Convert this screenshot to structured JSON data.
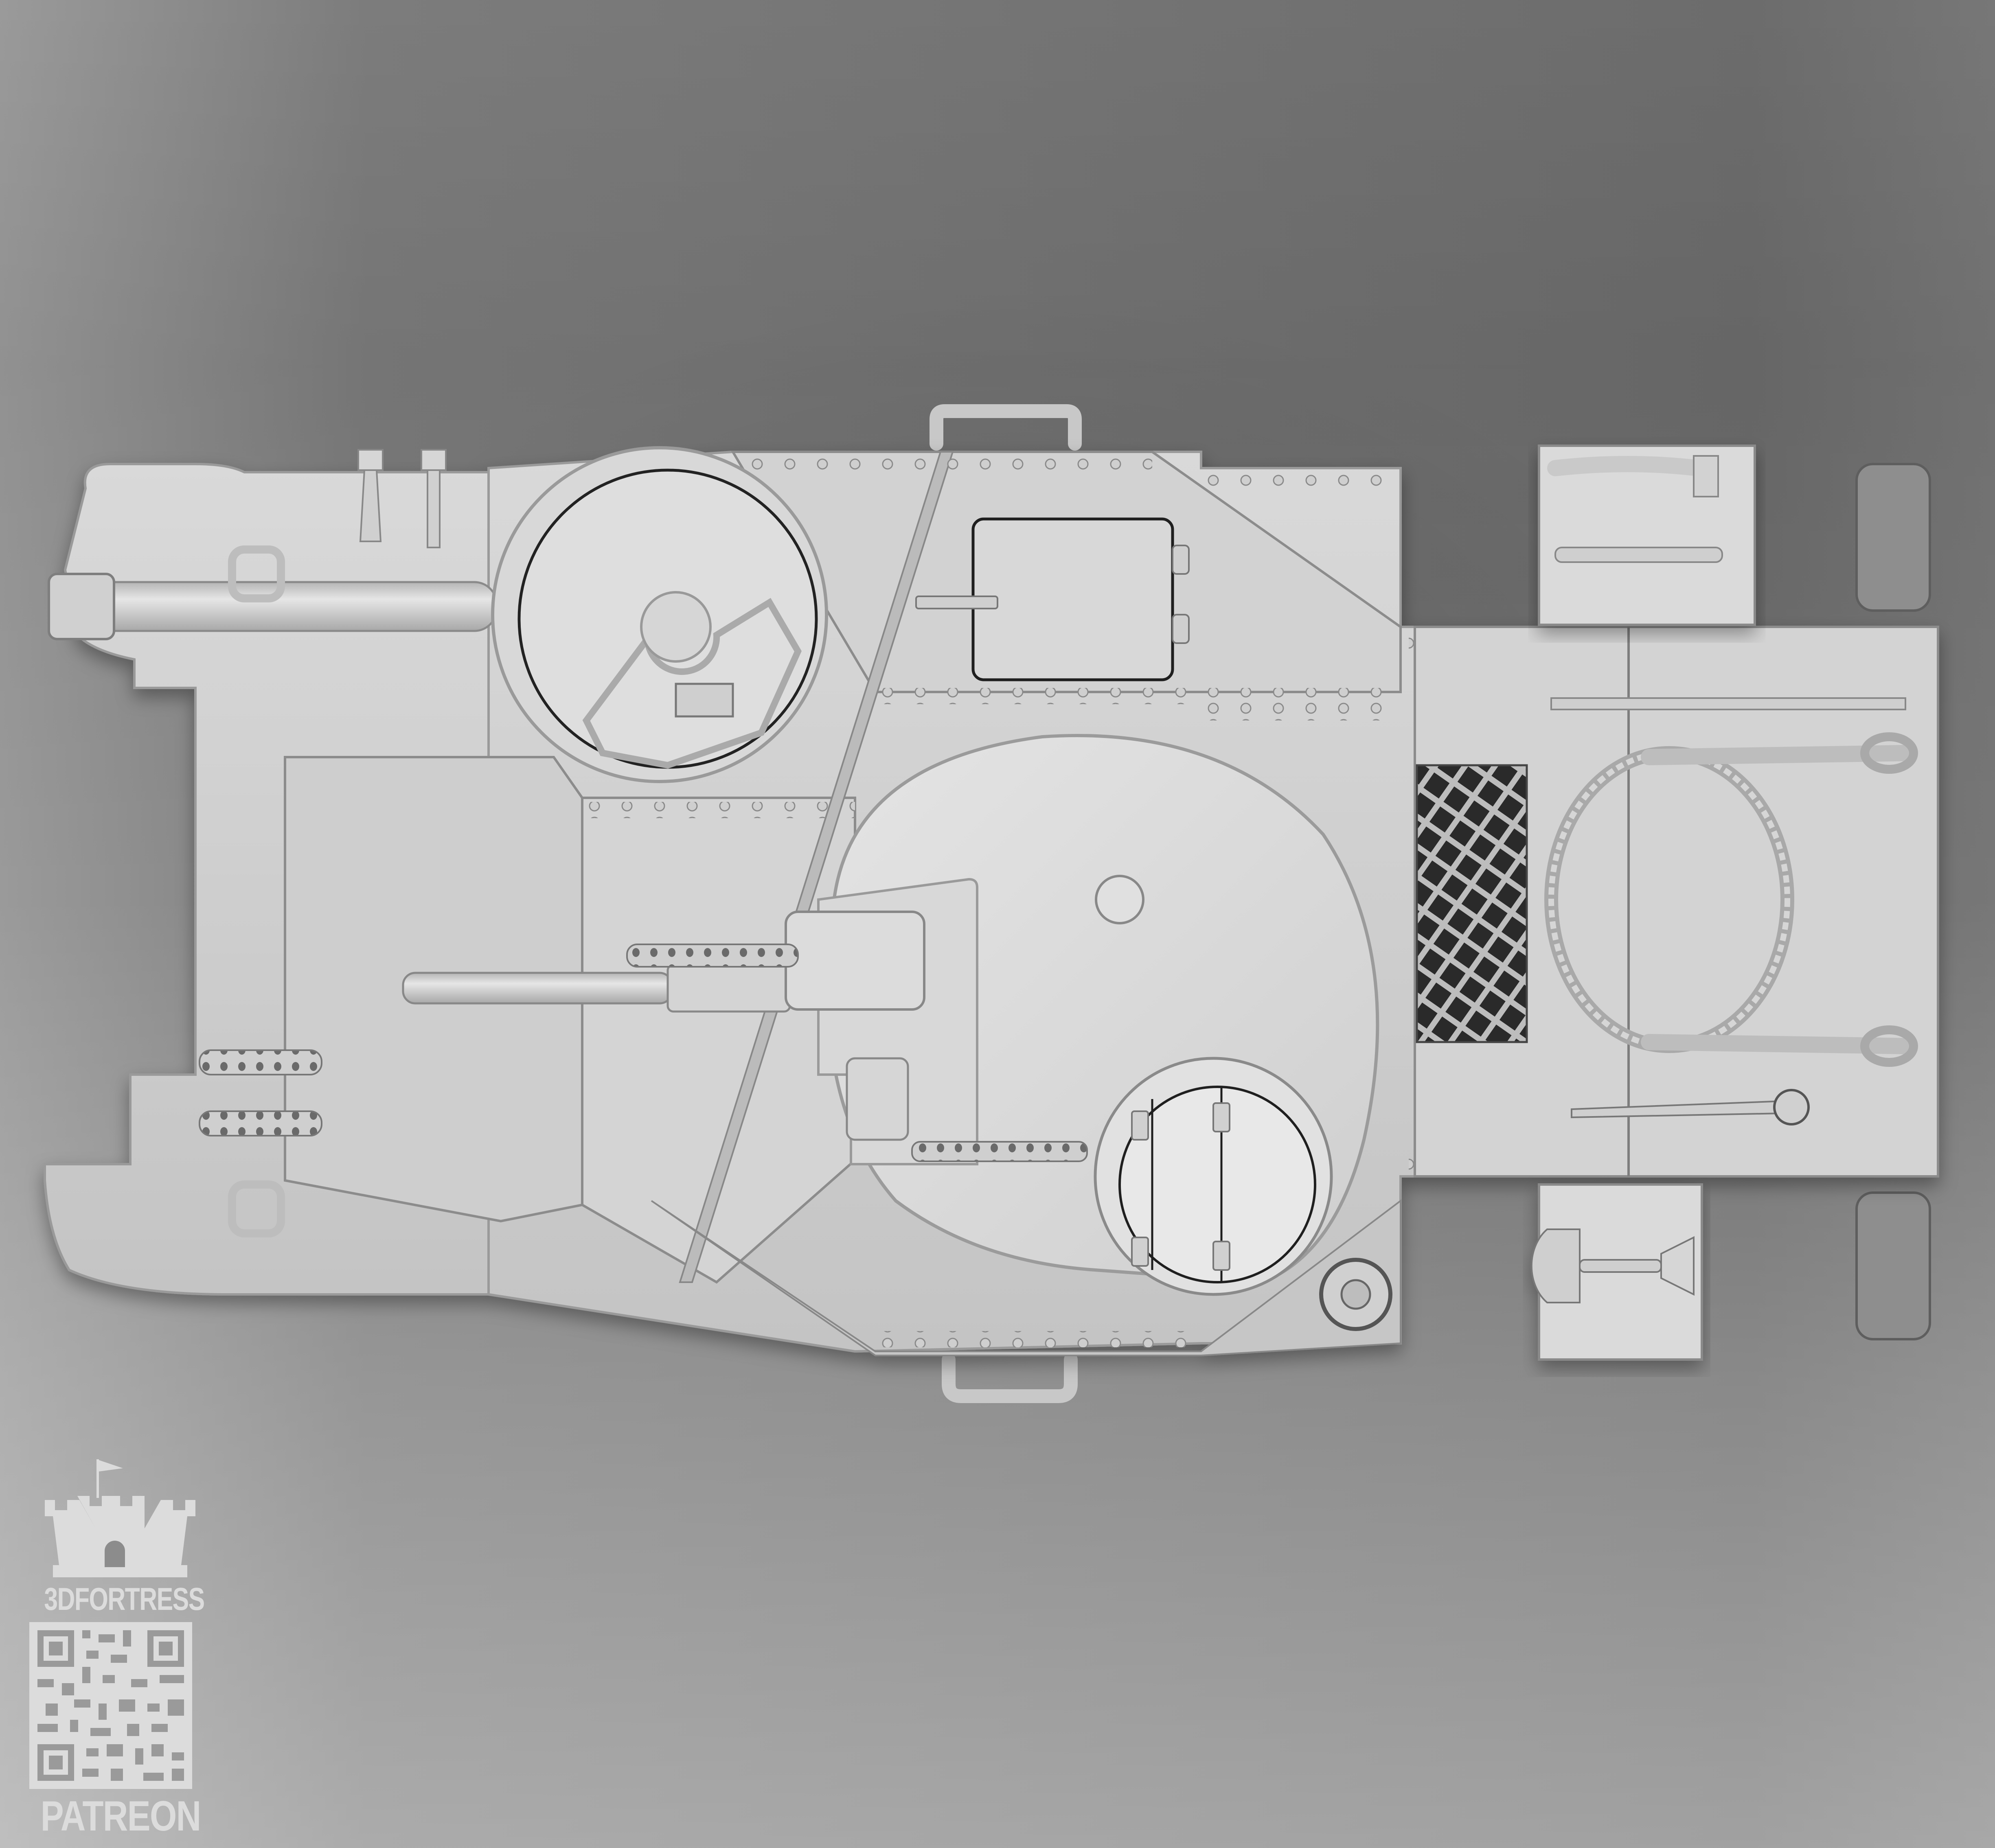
{
  "image": {
    "subject": "Top-down 3D render of a riveted WWII medium tank hull with sponson gun, turret and cupola",
    "background_colors": {
      "top": "#7a7a7a",
      "left_edge": "#9a9a9a",
      "bottom": "#b8b8b8"
    },
    "model_color": "#d6d6d6"
  },
  "watermark": {
    "brand": "3DFORTRESS",
    "platform": "PATREON",
    "castle_icon": "castle-with-flag-icon",
    "qr_icon": "qr-code-icon",
    "color": "#dcdcdc"
  },
  "tank": {
    "components": [
      "rear-hull-with-exhaust-pipe",
      "tool-stowage-hammer-and-pry-bar",
      "round-hatch-with-periscope",
      "driver-vision-hatch",
      "sponson-75mm-gun",
      "hull-machine-guns",
      "main-turret-37mm-gun",
      "commander-cupola-with-machine-gun",
      "engine-deck-grille",
      "tow-cable",
      "axe-and-pick-handle-stowage-box",
      "shovel-stowage-box",
      "crank-handle",
      "fuel-filler-cap",
      "lifting-handles"
    ]
  }
}
